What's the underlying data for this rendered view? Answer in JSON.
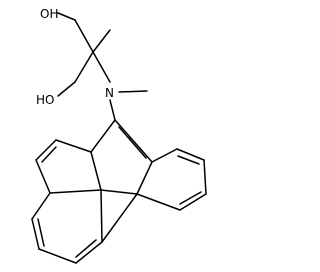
{
  "figure": {
    "kind": "chemical structure drawing",
    "colors": {
      "ink": "#000000",
      "background": "#ffffff"
    }
  },
  "labels": {
    "hydroxyl_top": "OH",
    "hydroxyl_left": "HO",
    "amine_nitrogen": "N"
  }
}
